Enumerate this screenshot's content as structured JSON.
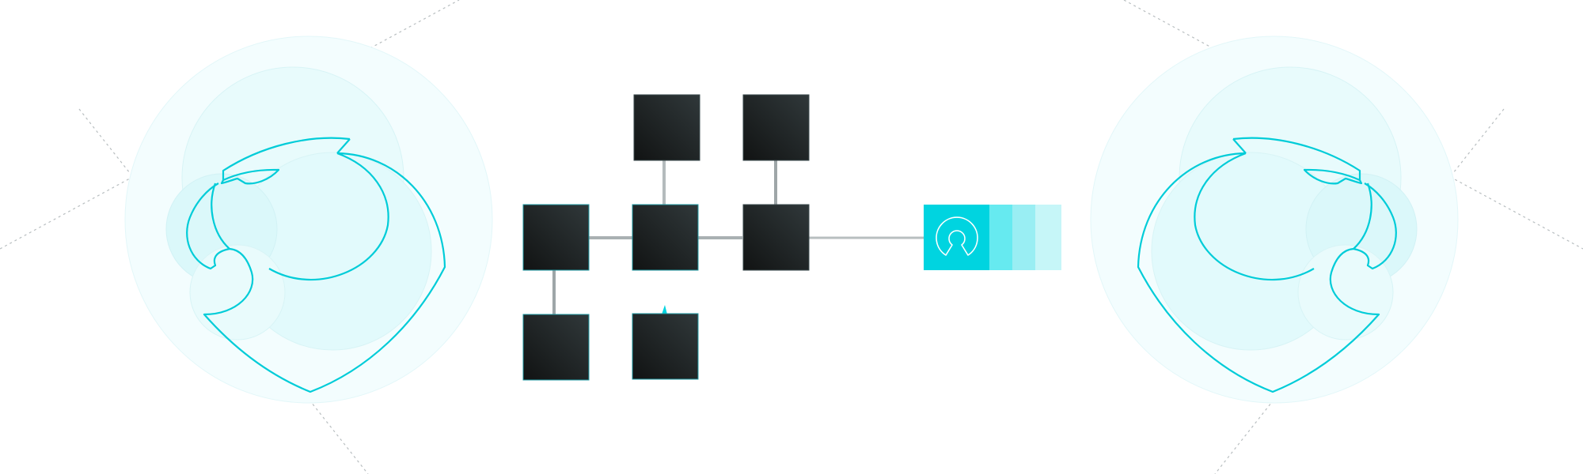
{
  "colors": {
    "background": "#ffffff",
    "accent": "#00d4e0",
    "accent_light": "#66eaf0",
    "accent_lighter": "#99eef3",
    "accent_lightest": "#c6f6f8",
    "halo": "#e6fbfd",
    "node_dark": "#141616",
    "node_mid": "#22282a",
    "node_light": "#2e3436",
    "connector": "#aeb6b8",
    "guide_line": "#b8bec0"
  },
  "icons": {
    "left_emblem": "open-source-logo-outline-icon",
    "right_emblem": "open-source-logo-outline-mirrored-icon",
    "key_emblem": "open-source-keyhole-icon"
  },
  "nodes": [
    "top-left",
    "top-right",
    "middle-left",
    "middle-center",
    "middle-right",
    "bottom-left",
    "bottom-center"
  ],
  "palette_swatches": [
    "#00d4e0",
    "#66eaf0",
    "#99eef3",
    "#c6f6f8"
  ]
}
